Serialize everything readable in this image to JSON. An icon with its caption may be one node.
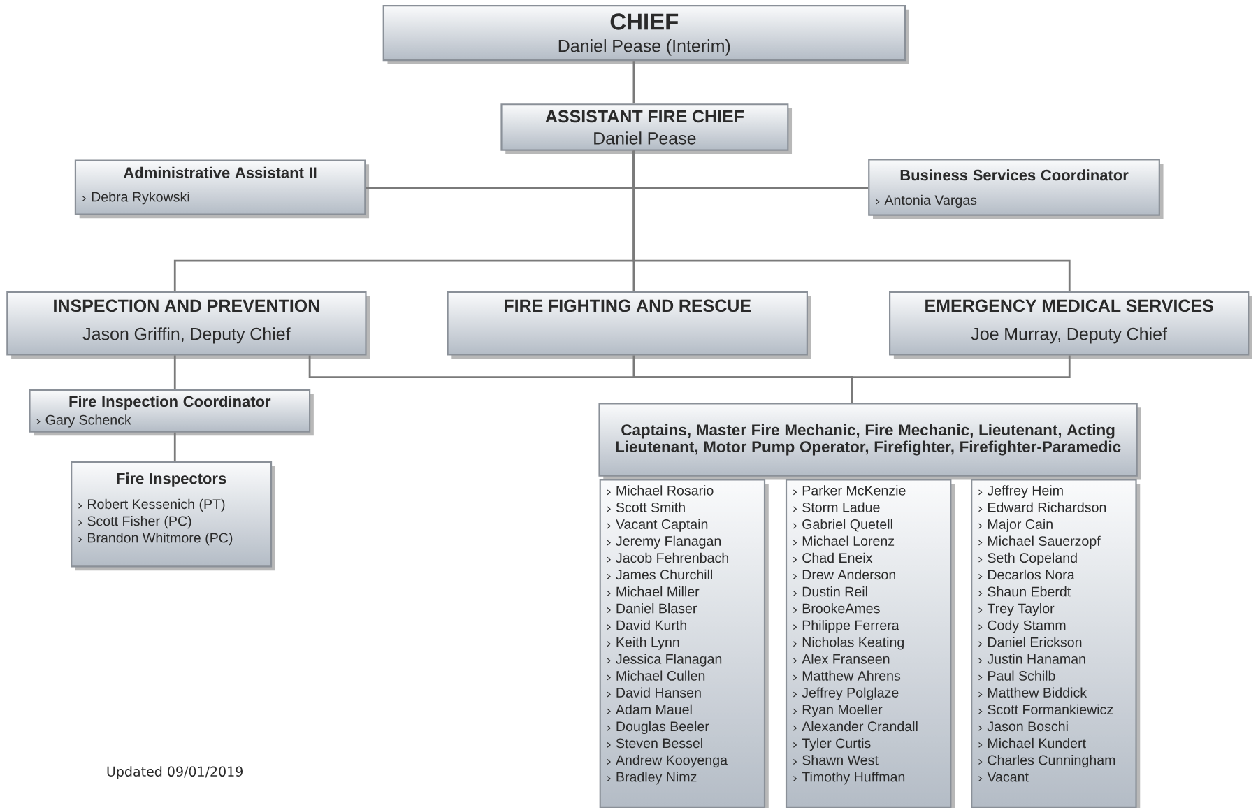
{
  "diagram": {
    "nodes": [
      {
        "text": [
          "CHIEF",
          "Daniel Pease (Interim)"
        ]
      },
      {
        "text": [
          "ASSISTANT FIRE CHIEF",
          "Daniel Pease"
        ]
      },
      {
        "text": [
          "Administrative Assistant II",
          "Debra Rykowski"
        ]
      },
      {
        "text": [
          "Business Services Coordinator",
          "Antonia Vargas"
        ]
      },
      {
        "text": [
          "INSPECTION AND PREVENTION",
          "Jason Griffin, Deputy Chief"
        ]
      },
      {
        "text": [
          "FIRE FIGHTING AND RESCUE"
        ]
      },
      {
        "text": [
          "EMERGENCY MEDICAL SERVICES",
          "Joe Murray, Deputy Chief"
        ]
      },
      {
        "text": [
          "Fire Inspection Coordinator",
          "Gary Schenck"
        ]
      },
      {
        "text": [
          "Fire Inspectors",
          "Robert Kessenich (PT)",
          "Scott Fisher (PC)",
          "Brandon Whitmore (PC)"
        ]
      },
      {
        "text": [
          "Captains, Master Fire Mechanic, Fire Mechanic, Lieutenant, Acting Lieutenant, Motor Pump Operator, Firefighter, Firefighter-Paramedic"
        ]
      },
      {
        "text": [
          "Michael Rosario",
          "Scott Smith",
          "Vacant Captain",
          "Jeremy Flanagan",
          "Jacob Fehrenbach",
          "James Churchill",
          "Michael Miller",
          "Daniel Blaser",
          "David Kurth",
          "Keith Lynn",
          "Jessica Flanagan",
          "Michael Cullen",
          "David Hansen",
          "Adam Mauel",
          "Douglas Beeler",
          "Steven Bessel",
          "Andrew Kooyenga",
          "Bradley Nimz"
        ]
      },
      {
        "text": [
          "Parker McKenzie",
          "Storm Ladue",
          "Gabriel Quetell",
          "Michael Lorenz",
          "Chad Eneix",
          "Drew Anderson",
          "Dustin Reil",
          "BrookeAmes",
          "Philippe Ferrera",
          "Nicholas Keating",
          "Alex Franseen",
          "Matthew Ahrens",
          "Jeffrey Polglaze",
          "Ryan Moeller",
          "Alexander Crandall",
          "Tyler Curtis",
          "Shawn West",
          "Timothy Huffman"
        ]
      },
      {
        "text": [
          "Jeffrey Heim",
          "Edward Richardson",
          "Major Cain",
          "Michael Sauerzopf",
          "Seth Copeland",
          "Decarlos Nora",
          "Shaun Eberdt",
          "Trey Taylor",
          "Cody Stamm",
          "Daniel Erickson",
          "Justin Hanaman",
          "Paul Schilb",
          "Matthew Biddick",
          "Scott Formankiewicz",
          "Jason Boschi",
          "Michael Kundert",
          "Charles Cunningham",
          "Vacant"
        ]
      }
    ],
    "edges": [
      {
        "from": 0,
        "to": 1,
        "arrow": "none"
      },
      {
        "from": 1,
        "to": 2,
        "arrow": "none"
      },
      {
        "from": 1,
        "to": 3,
        "arrow": "none"
      },
      {
        "from": 1,
        "to": 4,
        "arrow": "none"
      },
      {
        "from": 1,
        "to": 5,
        "arrow": "none"
      },
      {
        "from": 1,
        "to": 6,
        "arrow": "none"
      },
      {
        "from": 4,
        "to": 7,
        "arrow": "none"
      },
      {
        "from": 7,
        "to": 8,
        "arrow": "none"
      },
      {
        "from": 4,
        "to": 9,
        "arrow": "none"
      },
      {
        "from": 5,
        "to": 9,
        "arrow": "none"
      },
      {
        "from": 6,
        "to": 9,
        "arrow": "none"
      }
    ],
    "labels": [
      "Updated 09/01/2019"
    ]
  }
}
